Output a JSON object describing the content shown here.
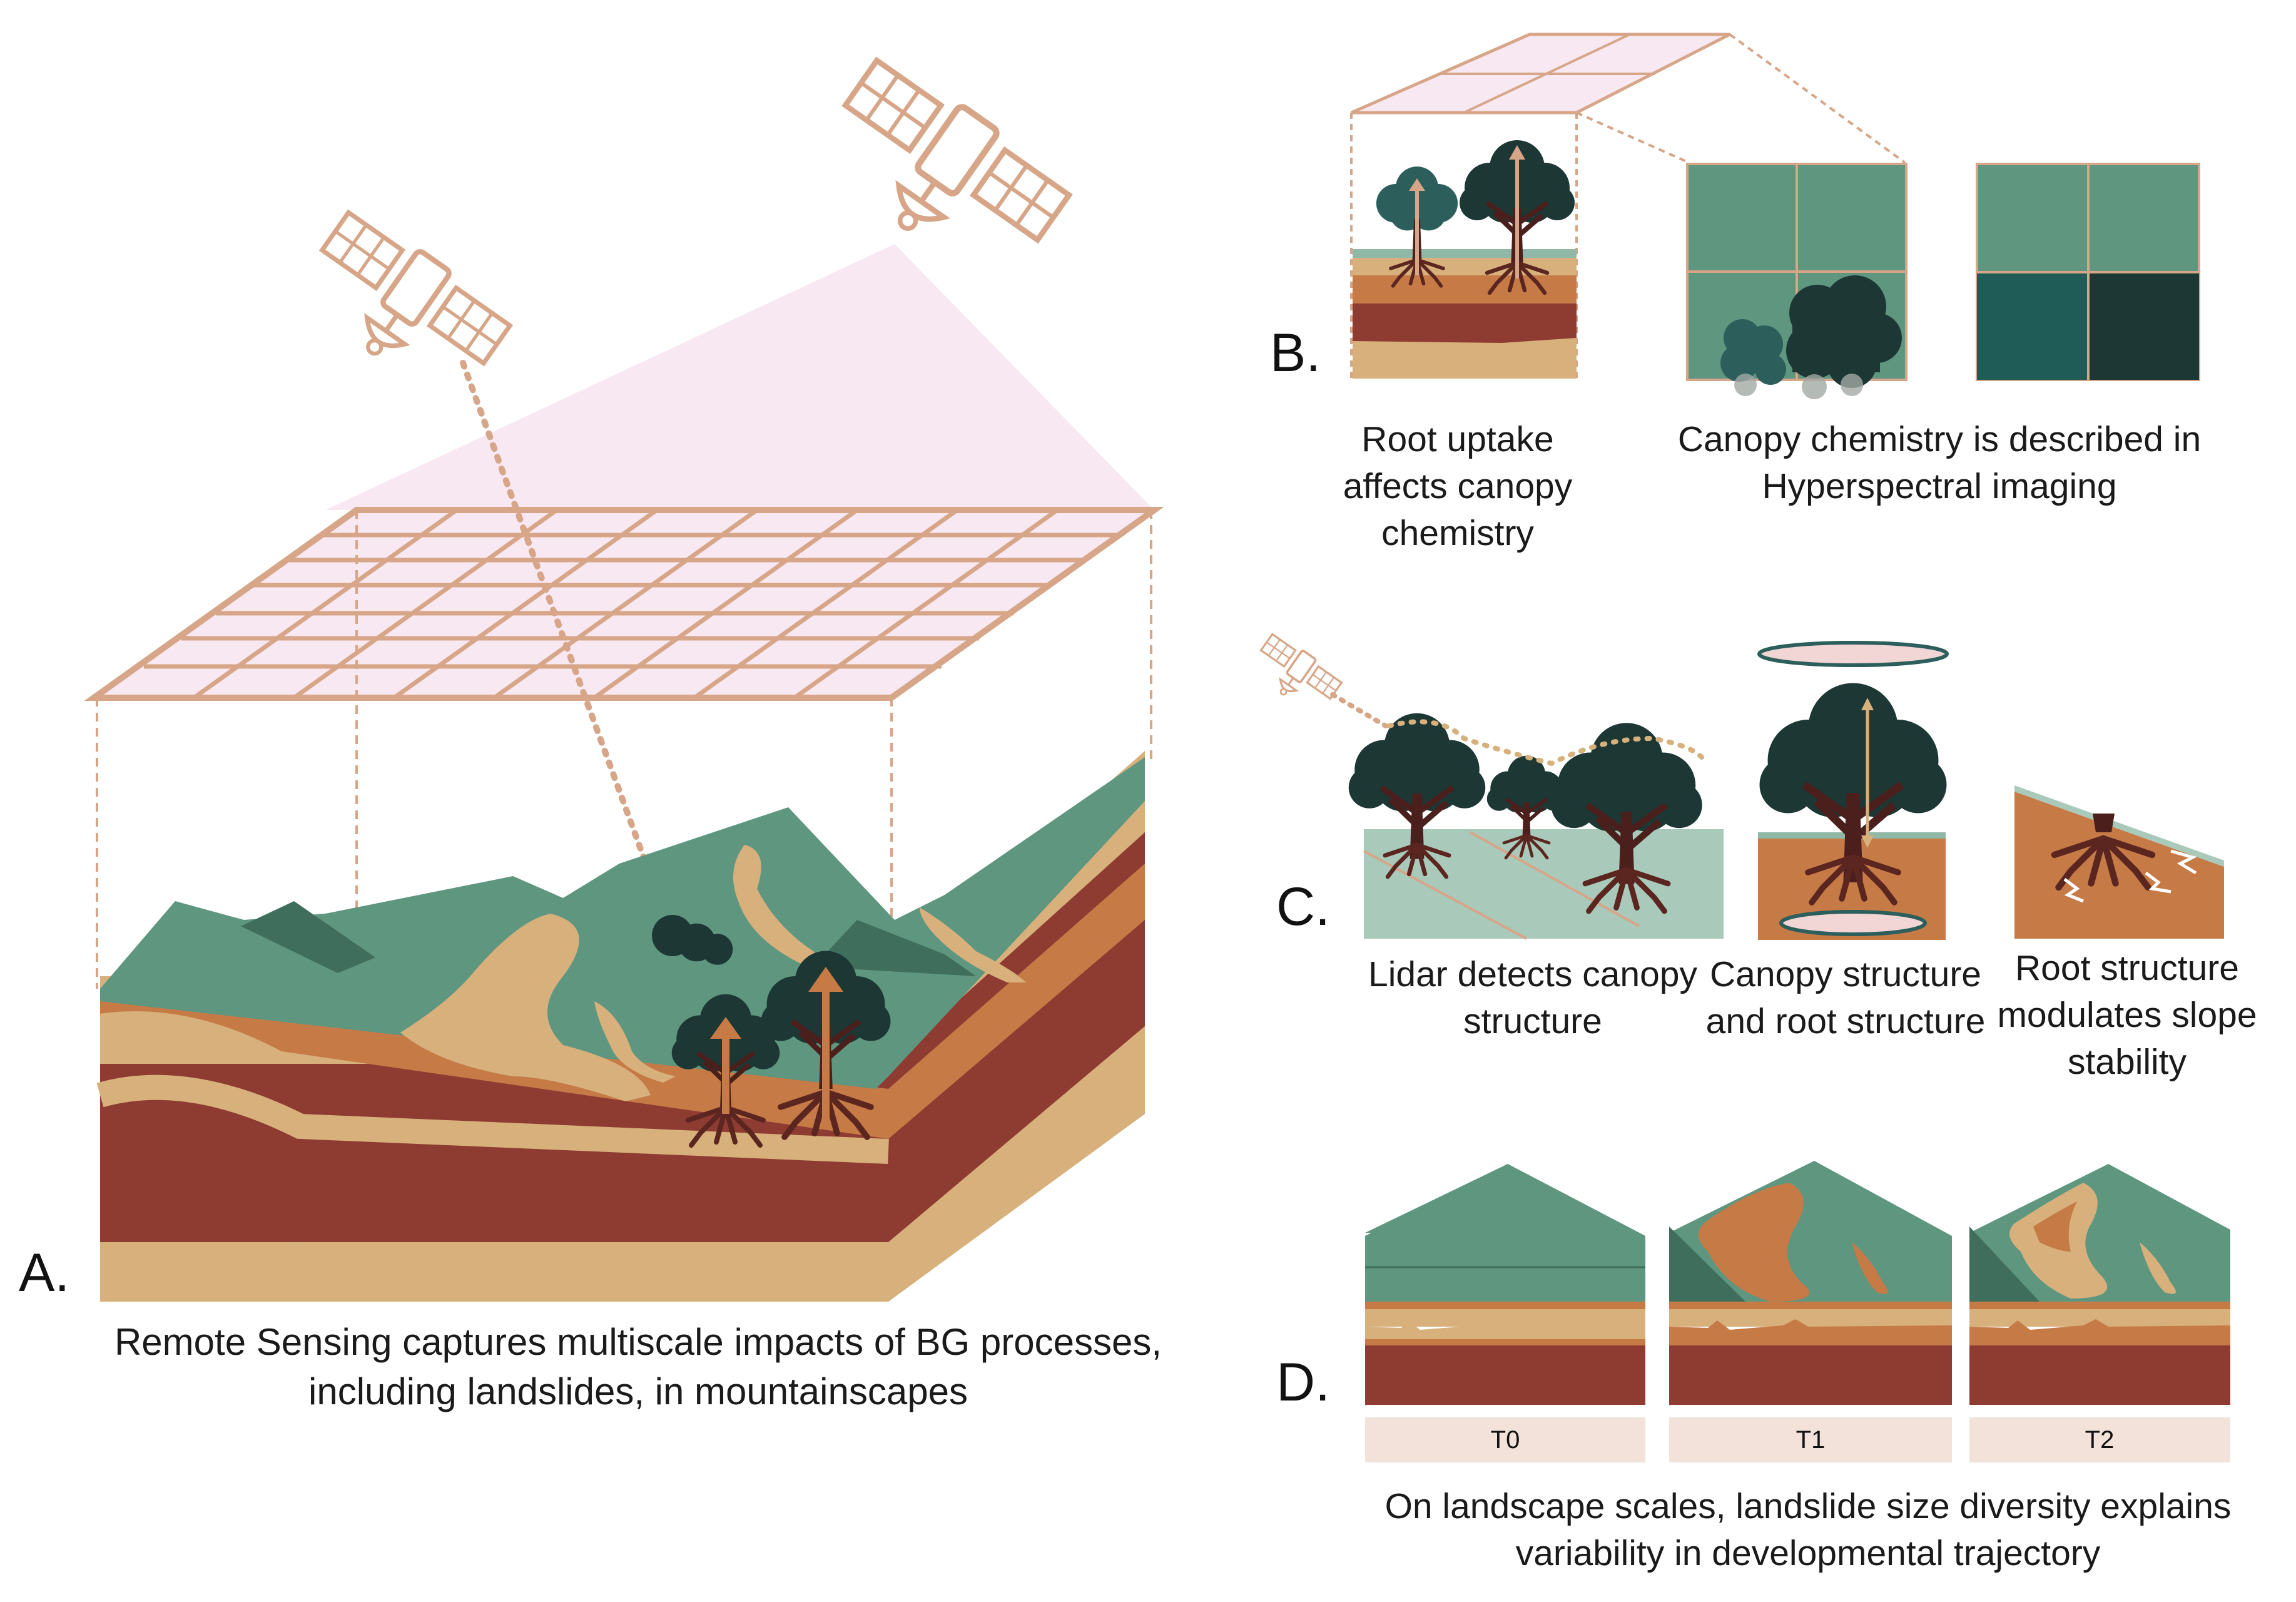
{
  "panels": {
    "a": {
      "letter": "A.",
      "caption": "Remote Sensing captures multiscale impacts of BG processes, including landslides, in mountainscapes"
    },
    "b": {
      "letter": "B.",
      "caption_left": "Root uptake affects canopy chemistry",
      "caption_right": "Canopy chemistry is described in Hyperspectral imaging"
    },
    "c": {
      "letter": "C.",
      "caption_left": "Lidar detects canopy structure",
      "caption_middle": "Canopy structure and root structure",
      "caption_right": "Root structure modulates slope stability"
    },
    "d": {
      "letter": "D.",
      "caption": "On landscape scales, landslide size diversity explains variability in developmental trajectory",
      "time_labels": [
        "T0",
        "T1",
        "T2"
      ]
    }
  },
  "colors": {
    "green": "#5f9680",
    "dark_green": "#3f6e5c",
    "sand": "#d7b07c",
    "orange": "#c67a46",
    "red": "#8e3b32",
    "tree_dark": "#1d3734",
    "tree_teal": "#2c5f5c",
    "satellite": "#d7a587",
    "footprint": "#f8e8f2",
    "grid_line": "#d7a587",
    "bar_bg": "#f2e2d9",
    "pale_teal": "#a9c9bb"
  },
  "icons": [
    "satellite-icon",
    "tree-icon",
    "arrow-icon",
    "lidar-beam-icon"
  ]
}
